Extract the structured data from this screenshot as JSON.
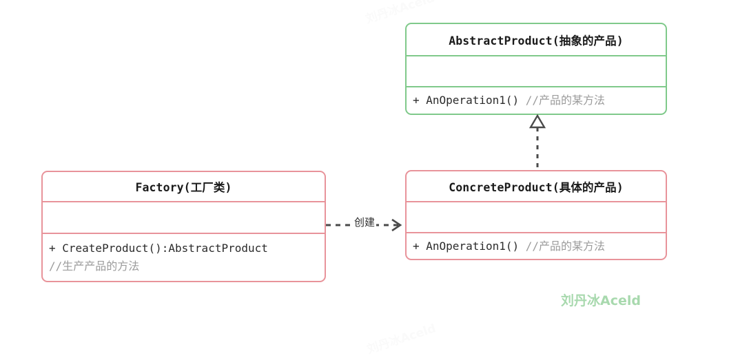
{
  "diagram": {
    "type": "uml-class-diagram",
    "title": "Factory Method Pattern",
    "colors": {
      "green_border": "#7fc98a",
      "pink_border": "#e8939a",
      "connector": "#4a4a4a",
      "comment_text": "#9b9b9b",
      "watermark": "#a8d9ae",
      "background": "#ffffff"
    },
    "classes": [
      {
        "id": "abstract-product",
        "name": "AbstractProduct(抽象的产品)",
        "accent": "green",
        "attributes": [],
        "operations": [
          {
            "signature": "+ AnOperation1() ",
            "comment": "//产品的某方法"
          }
        ]
      },
      {
        "id": "concrete-product",
        "name": "ConcreteProduct(具体的产品)",
        "accent": "pink",
        "attributes": [],
        "operations": [
          {
            "signature": "+ AnOperation1() ",
            "comment": "//产品的某方法"
          }
        ]
      },
      {
        "id": "factory",
        "name": "Factory(工厂类)",
        "accent": "pink",
        "attributes": [],
        "operations": [
          {
            "signature": "+ CreateProduct():AbstractProduct",
            "comment": ""
          },
          {
            "signature": "",
            "comment": "//生产产品的方法"
          }
        ]
      }
    ],
    "connectors": [
      {
        "id": "realization",
        "kind": "realization",
        "label": "",
        "from": "concrete-product",
        "to": "abstract-product",
        "line_style": "dashed",
        "arrow": "hollow-triangle"
      },
      {
        "id": "create-dependency",
        "kind": "dependency",
        "label": "创建",
        "from": "factory",
        "to": "concrete-product",
        "line_style": "dashed",
        "arrow": "open"
      }
    ],
    "watermarks": {
      "primary": "刘丹冰Aceld",
      "faint": "刘丹冰Aceld"
    }
  }
}
